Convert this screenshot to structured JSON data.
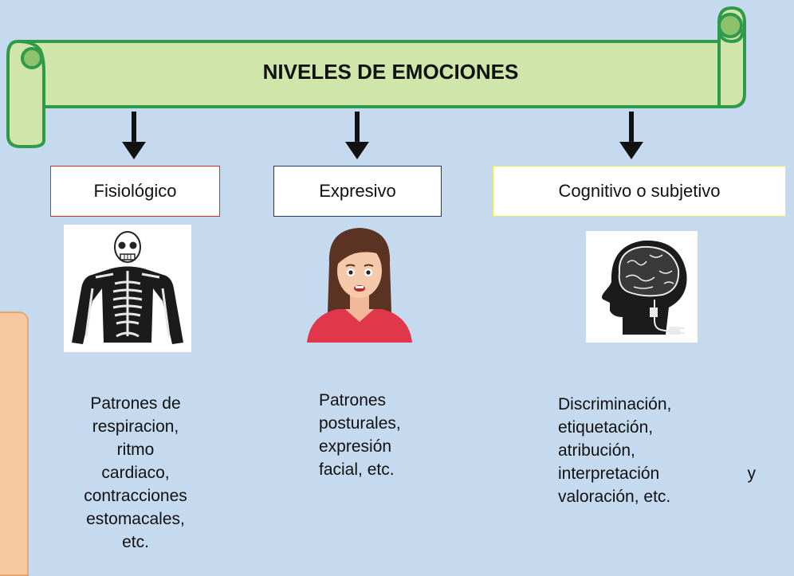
{
  "title": "NIVELES DE EMOCIONES",
  "levels": [
    {
      "label": "Fisiológico",
      "border_color": "#e0282a",
      "icon": "skeleton-icon",
      "description": [
        "Patrones de",
        "respiracion,",
        "ritmo",
        "cardiaco,",
        "contracciones",
        "estomacales,",
        "etc."
      ]
    },
    {
      "label": "Expresivo",
      "border_color": "#1f3a7a",
      "icon": "woman-face-icon",
      "description": [
        "Patrones",
        "posturales,",
        "expresión",
        "facial, etc."
      ]
    },
    {
      "label": "Cognitivo o subjetivo",
      "border_color": "#e8e855",
      "icon": "brain-head-icon",
      "description": [
        "Discriminación,",
        "etiquetación,",
        "atribución,",
        "interpretación",
        "valoración, etc."
      ],
      "description_extra": "y"
    }
  ],
  "colors": {
    "background": "#c5d9ef",
    "banner_fill": "#cfe5a9",
    "banner_stroke": "#2f9a4a",
    "side_panel": "#f8c9a0"
  }
}
